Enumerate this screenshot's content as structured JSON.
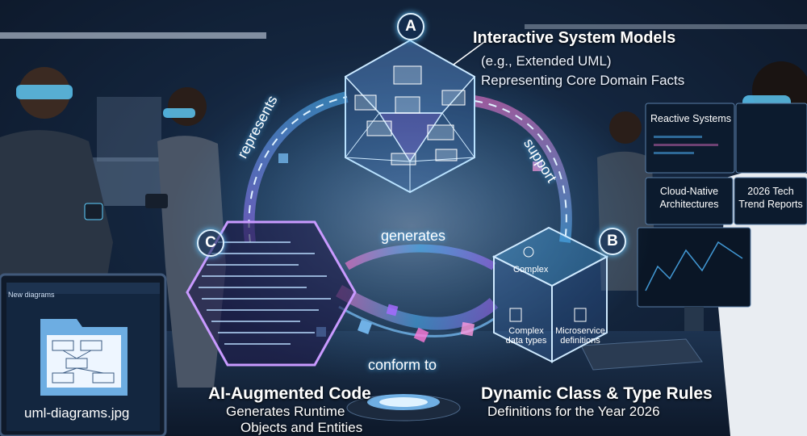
{
  "markers": {
    "a": "A",
    "b": "B",
    "c": "C"
  },
  "node_a": {
    "title": "Interactive System Models",
    "line1": "(e.g., Extended UML)",
    "line2": "Representing Core Domain Facts"
  },
  "node_b": {
    "title": "Dynamic Class & Type Rules",
    "line1": "Definitions for the Year 2026",
    "face_top": "Complex",
    "face_left": "Complex data types",
    "face_right": "Microservice definitions"
  },
  "node_c": {
    "title": "AI-Augmented Code",
    "line1": "Generates Runtime",
    "line2": "Objects and Entities"
  },
  "edges": {
    "c_to_a": "represents",
    "a_to_b": "support",
    "c_to_b": "generates",
    "b_to_c": "conform to"
  },
  "monitors": {
    "m1": "Reactive Systems",
    "m2_l1": "Cloud-Native",
    "m2_l2": "Architectures",
    "m3_l1": "2026 Tech",
    "m3_l2": "Trend Reports"
  },
  "laptop": {
    "title": "New diagrams",
    "file": "uml-diagrams.jpg"
  },
  "colors": {
    "accent_blue": "#4fb8ff",
    "accent_purple": "#a56bff",
    "accent_pink": "#ff7ad9"
  }
}
